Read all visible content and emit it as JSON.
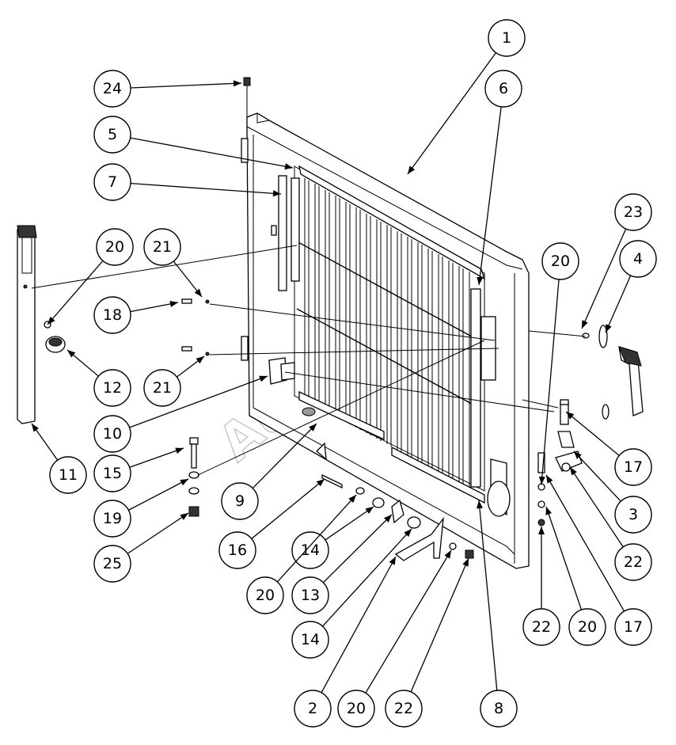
{
  "watermark": "AutoSoft",
  "callouts": [
    {
      "id": "1",
      "label": "1"
    },
    {
      "id": "6",
      "label": "6"
    },
    {
      "id": "24",
      "label": "24"
    },
    {
      "id": "5",
      "label": "5"
    },
    {
      "id": "7",
      "label": "7"
    },
    {
      "id": "23",
      "label": "23"
    },
    {
      "id": "4",
      "label": "4"
    },
    {
      "id": "20a",
      "label": "20"
    },
    {
      "id": "21a",
      "label": "21"
    },
    {
      "id": "20b",
      "label": "20"
    },
    {
      "id": "18",
      "label": "18"
    },
    {
      "id": "12",
      "label": "12"
    },
    {
      "id": "21b",
      "label": "21"
    },
    {
      "id": "10",
      "label": "10"
    },
    {
      "id": "17a",
      "label": "17"
    },
    {
      "id": "3",
      "label": "3"
    },
    {
      "id": "15",
      "label": "15"
    },
    {
      "id": "11",
      "label": "11"
    },
    {
      "id": "9",
      "label": "9"
    },
    {
      "id": "19",
      "label": "19"
    },
    {
      "id": "22a",
      "label": "22"
    },
    {
      "id": "25",
      "label": "25"
    },
    {
      "id": "16",
      "label": "16"
    },
    {
      "id": "14a",
      "label": "14"
    },
    {
      "id": "20c",
      "label": "20"
    },
    {
      "id": "13",
      "label": "13"
    },
    {
      "id": "22b",
      "label": "22"
    },
    {
      "id": "20d",
      "label": "20"
    },
    {
      "id": "17b",
      "label": "17"
    },
    {
      "id": "14b",
      "label": "14"
    },
    {
      "id": "2",
      "label": "2"
    },
    {
      "id": "20e",
      "label": "20"
    },
    {
      "id": "22c",
      "label": "22"
    },
    {
      "id": "8",
      "label": "8"
    }
  ]
}
